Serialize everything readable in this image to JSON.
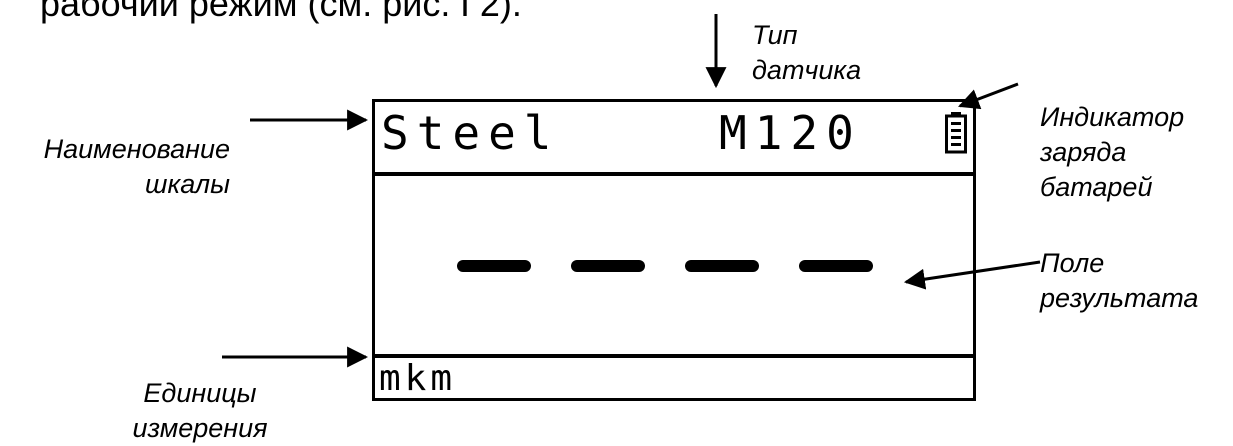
{
  "intro_text": "рабочий режим (см. рис. Г2).",
  "labels": {
    "scale_name": [
      "Наименование",
      "шкалы"
    ],
    "units": [
      "Единицы",
      "измерения"
    ],
    "sensor_type": [
      "Тип",
      "датчика"
    ],
    "battery": [
      "Индикатор",
      "заряда",
      "батарей"
    ],
    "result": [
      "Поле",
      "результата"
    ]
  },
  "display": {
    "scale_name": "Steel",
    "sensor_type": "M120",
    "units": "mkm",
    "result_dashes": 4
  }
}
